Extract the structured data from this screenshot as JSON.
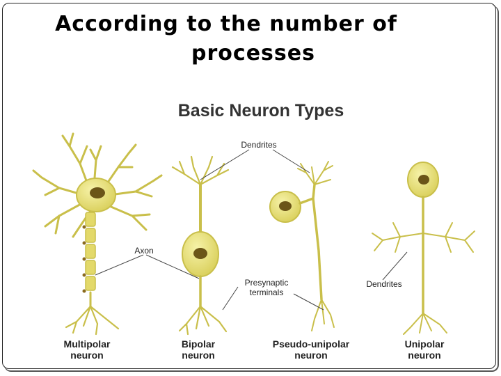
{
  "slide": {
    "title_line1": "According to the number of",
    "title_line2": "processes"
  },
  "figure": {
    "title": "Basic Neuron Types",
    "labels": {
      "dendrites_top": "Dendrites",
      "axon": "Axon",
      "presynaptic_line1": "Presynaptic",
      "presynaptic_line2": "terminals",
      "dendrites_right": "Dendrites"
    },
    "neurons": [
      {
        "line1": "Multipolar",
        "line2": "neuron"
      },
      {
        "line1": "Bipolar",
        "line2": "neuron"
      },
      {
        "line1": "Pseudo-unipolar",
        "line2": "neuron"
      },
      {
        "line1": "Unipolar",
        "line2": "neuron"
      }
    ],
    "colors": {
      "cell_fill": "#e8e27a",
      "cell_stroke": "#b9ae3a",
      "nucleus": "#6b5518",
      "leader_line": "#444444"
    }
  }
}
